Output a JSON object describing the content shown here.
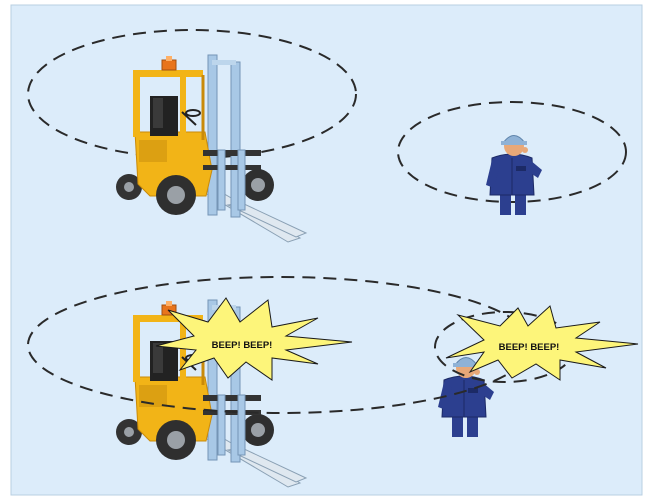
{
  "colors": {
    "panel_background": "#dcecfa",
    "panel_border": "#b8cfe2",
    "zone_dash": "#2a2a2a",
    "forklift_body": "#f2b417",
    "forklift_shadow": "#c98a0a",
    "forklift_mast": "#a8c8e6",
    "tire": "#333333",
    "beacon": "#e8741c",
    "worker_suit": "#2c3f8f",
    "worker_helmet": "#8fb2d6",
    "worker_skin": "#e8a878",
    "burst_fill": "#fdf57a",
    "burst_stroke": "#1a1a1a"
  },
  "scenes": [
    {
      "id": "separated",
      "alert": false,
      "burst_text": ""
    },
    {
      "id": "overlapping",
      "alert": true,
      "burst_text": "BEEP! BEEP!"
    }
  ],
  "alerts": {
    "forklift_burst_text": "BEEP! BEEP!",
    "worker_burst_text": "BEEP! BEEP!"
  }
}
